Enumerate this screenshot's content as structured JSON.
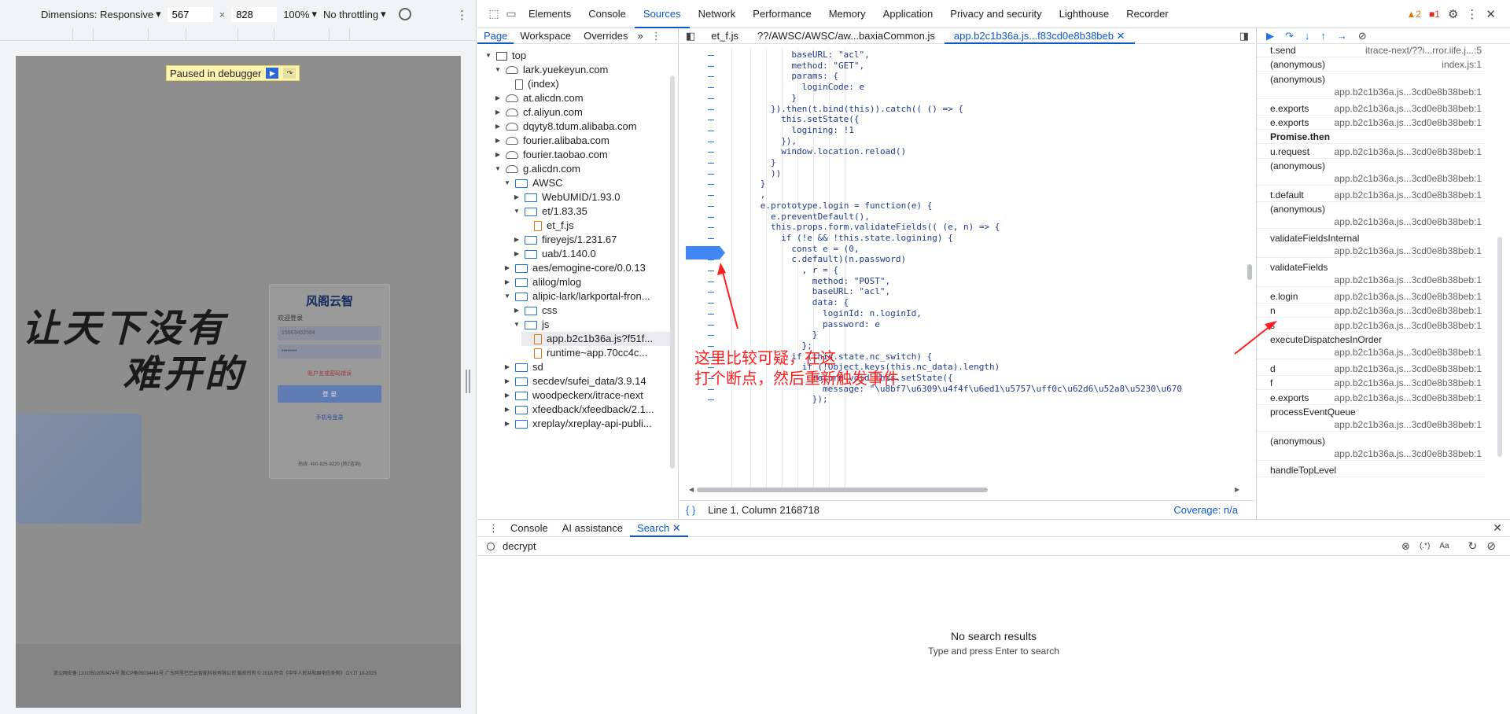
{
  "device_toolbar": {
    "dimensions_label": "Dimensions: Responsive",
    "width": "567",
    "height": "828",
    "zoom": "100%",
    "throttling": "No throttling"
  },
  "viewport": {
    "paused_label": "Paused in debugger",
    "hero_line1": "让天下没有",
    "hero_line2": "难开的",
    "login_logo": "风阁云智",
    "login_welcome": "欢迎登录",
    "login_phone_placeholder": "15963452564",
    "login_password_placeholder": "••••••••",
    "login_error": "账户名或密码错误",
    "login_button": "登 录",
    "login_alt": "手机号登录",
    "login_tel": "热线: 400-825-9220 (转2咨询)",
    "footer": "浙公网安备 11010502050474号 陇ICP备05034461号 广东阿里巴巴云智能科技有限公司 版权所有 © 2018 符合《中华人民共和国电信条例》 DYJT 10-2025"
  },
  "main_tabs": {
    "tabs": [
      "Elements",
      "Console",
      "Sources",
      "Network",
      "Performance",
      "Memory",
      "Application",
      "Privacy and security",
      "Lighthouse",
      "Recorder"
    ],
    "active": "Sources",
    "warnings": "2",
    "errors": "1"
  },
  "navigator": {
    "tabs": [
      "Page",
      "Workspace",
      "Overrides"
    ],
    "more": "»",
    "tree": [
      {
        "label": "top",
        "icon": "frame",
        "indent": 0,
        "arrow": "▼"
      },
      {
        "label": "lark.yuekeyun.com",
        "icon": "cloud",
        "indent": 1,
        "arrow": "▼"
      },
      {
        "label": "(index)",
        "icon": "file",
        "indent": 2,
        "arrow": ""
      },
      {
        "label": "at.alicdn.com",
        "icon": "cloud",
        "indent": 1,
        "arrow": "▶"
      },
      {
        "label": "cf.aliyun.com",
        "icon": "cloud",
        "indent": 1,
        "arrow": "▶"
      },
      {
        "label": "dqyty8.tdum.alibaba.com",
        "icon": "cloud",
        "indent": 1,
        "arrow": "▶"
      },
      {
        "label": "fourier.alibaba.com",
        "icon": "cloud",
        "indent": 1,
        "arrow": "▶"
      },
      {
        "label": "fourier.taobao.com",
        "icon": "cloud",
        "indent": 1,
        "arrow": "▶"
      },
      {
        "label": "g.alicdn.com",
        "icon": "cloud",
        "indent": 1,
        "arrow": "▼"
      },
      {
        "label": "AWSC",
        "icon": "folder",
        "indent": 2,
        "arrow": "▼"
      },
      {
        "label": "WebUMID/1.93.0",
        "icon": "folder",
        "indent": 3,
        "arrow": "▶"
      },
      {
        "label": "et/1.83.35",
        "icon": "folder",
        "indent": 3,
        "arrow": "▼"
      },
      {
        "label": "et_f.js",
        "icon": "jsfile",
        "indent": 4,
        "arrow": ""
      },
      {
        "label": "fireyejs/1.231.67",
        "icon": "folder",
        "indent": 3,
        "arrow": "▶"
      },
      {
        "label": "uab/1.140.0",
        "icon": "folder",
        "indent": 3,
        "arrow": "▶"
      },
      {
        "label": "aes/emogine-core/0.0.13",
        "icon": "folder",
        "indent": 2,
        "arrow": "▶"
      },
      {
        "label": "alilog/mlog",
        "icon": "folder",
        "indent": 2,
        "arrow": "▶"
      },
      {
        "label": "alipic-lark/larkportal-fron...",
        "icon": "folder",
        "indent": 2,
        "arrow": "▼"
      },
      {
        "label": "css",
        "icon": "folder",
        "indent": 3,
        "arrow": "▶"
      },
      {
        "label": "js",
        "icon": "folder",
        "indent": 3,
        "arrow": "▼"
      },
      {
        "label": "app.b2c1b36a.js?f51f...",
        "icon": "jsfile",
        "indent": 4,
        "arrow": "",
        "selected": true
      },
      {
        "label": "runtime~app.70cc4c...",
        "icon": "jsfile",
        "indent": 4,
        "arrow": ""
      },
      {
        "label": "sd",
        "icon": "folder",
        "indent": 2,
        "arrow": "▶"
      },
      {
        "label": "secdev/sufei_data/3.9.14",
        "icon": "folder",
        "indent": 2,
        "arrow": "▶"
      },
      {
        "label": "woodpeckerx/itrace-next",
        "icon": "folder",
        "indent": 2,
        "arrow": "▶"
      },
      {
        "label": "xfeedback/xfeedback/2.1...",
        "icon": "folder",
        "indent": 2,
        "arrow": "▶"
      },
      {
        "label": "xreplay/xreplay-api-publi...",
        "icon": "folder",
        "indent": 2,
        "arrow": "▶"
      }
    ]
  },
  "editor": {
    "tabs": [
      "et_f.js",
      "??/AWSC/AWSC/aw...baxiaCommon.js",
      "app.b2c1b36a.js...f83cd0e8b38beb"
    ],
    "active_tab": "app.b2c1b36a.js...f83cd0e8b38beb",
    "code_lines": [
      {
        "indent": 14,
        "text": "baseURL: \"acl\","
      },
      {
        "indent": 14,
        "text": "method: \"GET\","
      },
      {
        "indent": 14,
        "text": "params: {"
      },
      {
        "indent": 16,
        "text": "loginCode: e"
      },
      {
        "indent": 14,
        "text": "}"
      },
      {
        "indent": 10,
        "text": "}).then(t.bind(this)).catch(( () => {"
      },
      {
        "indent": 12,
        "text": "this.setState({"
      },
      {
        "indent": 14,
        "text": "logining: !1"
      },
      {
        "indent": 12,
        "text": "}),"
      },
      {
        "indent": 12,
        "text": "window.location.reload()"
      },
      {
        "indent": 10,
        "text": "}"
      },
      {
        "indent": 10,
        "text": "))"
      },
      {
        "indent": 8,
        "text": "}"
      },
      {
        "indent": 8,
        "text": ","
      },
      {
        "indent": 8,
        "text": "e.prototype.login = function(e) {"
      },
      {
        "indent": 10,
        "text": "e.preventDefault(),"
      },
      {
        "indent": 10,
        "text": "this.props.form.validateFields(( (e, n) => {"
      },
      {
        "indent": 12,
        "text": "if (!e && !this.state.logining) {"
      },
      {
        "indent": 14,
        "text": "const e = (0,"
      },
      {
        "indent": 14,
        "text": "c.default)(n.password)"
      },
      {
        "indent": 16,
        "text": ", r = {"
      },
      {
        "indent": 18,
        "text": "method: \"POST\","
      },
      {
        "indent": 18,
        "text": "baseURL: \"acl\","
      },
      {
        "indent": 18,
        "text": "data: {"
      },
      {
        "indent": 20,
        "text": "loginId: n.loginId,"
      },
      {
        "indent": 20,
        "text": "password: e"
      },
      {
        "indent": 18,
        "text": "}"
      },
      {
        "indent": 16,
        "text": "};"
      },
      {
        "indent": 14,
        "text": "if (this.state.nc_switch) {"
      },
      {
        "indent": 16,
        "text": "if (!Object.keys(this.nc_data).length)"
      },
      {
        "indent": 18,
        "text": "return void this.setState({"
      },
      {
        "indent": 20,
        "text": "message: \"\\u8bf7\\u6309\\u4f4f\\u6ed1\\u5757\\uff0c\\u62d6\\u52a8\\u5230\\u670"
      },
      {
        "indent": 18,
        "text": "});"
      }
    ],
    "status_position": "Line 1, Column 2168718",
    "coverage": "Coverage: n/a"
  },
  "annotation": {
    "line1": "这里比较可疑，在这",
    "line2": "打个断点，然后重新触发事件"
  },
  "call_stack": [
    {
      "fn": "t.send",
      "loc": "itrace-next/??i...rror.iife.j...:5",
      "inline": true
    },
    {
      "fn": "(anonymous)",
      "loc": "index.js:1",
      "inline": true
    },
    {
      "fn": "(anonymous)",
      "loc": "app.b2c1b36a.js...3cd0e8b38beb:1"
    },
    {
      "fn": "e.exports",
      "loc": "app.b2c1b36a.js...3cd0e8b38beb:1",
      "inline": true
    },
    {
      "fn": "e.exports",
      "loc": "app.b2c1b36a.js...3cd0e8b38beb:1",
      "inline": true
    },
    {
      "fn": "Promise.then",
      "loc": "",
      "async": true
    },
    {
      "fn": "u.request",
      "loc": "app.b2c1b36a.js...3cd0e8b38beb:1",
      "inline": true
    },
    {
      "fn": "(anonymous)",
      "loc": "app.b2c1b36a.js...3cd0e8b38beb:1"
    },
    {
      "fn": "t.default",
      "loc": "app.b2c1b36a.js...3cd0e8b38beb:1",
      "inline": true
    },
    {
      "fn": "(anonymous)",
      "loc": "app.b2c1b36a.js...3cd0e8b38beb:1"
    },
    {
      "fn": "validateFieldsInternal",
      "loc": "app.b2c1b36a.js...3cd0e8b38beb:1"
    },
    {
      "fn": "validateFields",
      "loc": "app.b2c1b36a.js...3cd0e8b38beb:1"
    },
    {
      "fn": "e.login",
      "loc": "app.b2c1b36a.js...3cd0e8b38beb:1",
      "inline": true
    },
    {
      "fn": "n",
      "loc": "app.b2c1b36a.js...3cd0e8b38beb:1",
      "inline": true
    },
    {
      "fn": "s",
      "loc": "app.b2c1b36a.js...3cd0e8b38beb:1",
      "inline": true
    },
    {
      "fn": "executeDispatchesInOrder",
      "loc": "app.b2c1b36a.js...3cd0e8b38beb:1"
    },
    {
      "fn": "d",
      "loc": "app.b2c1b36a.js...3cd0e8b38beb:1",
      "inline": true
    },
    {
      "fn": "f",
      "loc": "app.b2c1b36a.js...3cd0e8b38beb:1",
      "inline": true
    },
    {
      "fn": "e.exports",
      "loc": "app.b2c1b36a.js...3cd0e8b38beb:1",
      "inline": true
    },
    {
      "fn": "processEventQueue",
      "loc": "app.b2c1b36a.js...3cd0e8b38beb:1"
    },
    {
      "fn": "(anonymous)",
      "loc": "app.b2c1b36a.js...3cd0e8b38beb:1"
    },
    {
      "fn": "handleTopLevel",
      "loc": ""
    }
  ],
  "drawer": {
    "tabs": [
      "Console",
      "AI assistance",
      "Search"
    ],
    "active": "Search",
    "search_value": "decrypt",
    "opt_regex": "(.*)",
    "opt_case": "Aa",
    "empty_title": "No search results",
    "empty_sub": "Type and press Enter to search"
  }
}
